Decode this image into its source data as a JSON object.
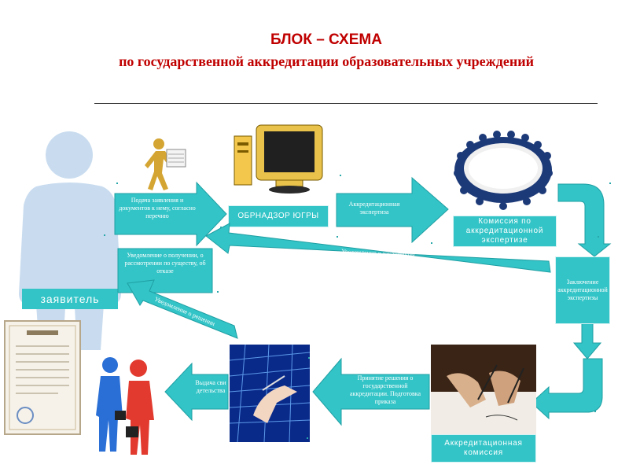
{
  "title": {
    "line1": "БЛОК – СХЕМА",
    "line2": "по государственной аккредитации образовательных учреждений"
  },
  "nodes": {
    "applicant": "заявитель",
    "supervision": "ОБРНАДЗОР ЮГРЫ",
    "commission_expert": "Комиссия по аккредитационной экспертизе",
    "conclusion": "Заключение аккредитационной экспертизы",
    "accreditation_commission": "Аккредитационная комиссия"
  },
  "arrows": {
    "submit_application": "Подача заявления и документов к нему, согласно перечню",
    "accreditation_expertise": "Аккредитационная экспертиза",
    "notice_receipt": "Уведомление о получении, о рассмотрении по существу, об отказе",
    "notice_conclusion": "Уведомление о заключении",
    "notice_decision": "Уведомление о решении",
    "decision_order": "Принятие решения о государственной аккредитации. Подготовка приказа",
    "issue_certificate": "Выдача свидетельства"
  },
  "colors": {
    "accent": "#33c4c7",
    "title": "#c00000",
    "figure": "#c9dcef"
  },
  "icons": [
    "person-silhouette-icon",
    "courier-figure-icon",
    "computer-icon",
    "round-table-meeting-icon",
    "certificate-document-icon",
    "two-people-icon",
    "digital-hand-icon",
    "signing-hands-icon"
  ]
}
